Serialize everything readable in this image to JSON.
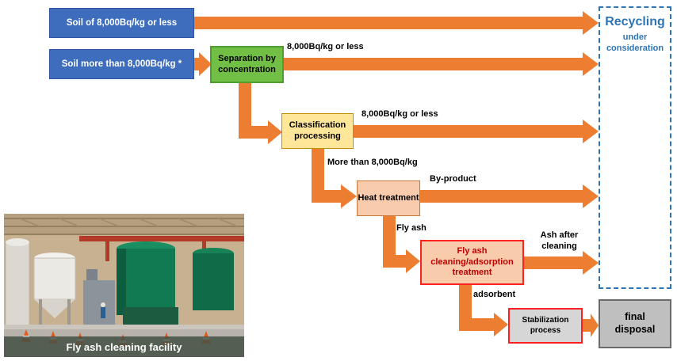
{
  "nodes": {
    "soil_low": "Soil of 8,000Bq/kg or less",
    "soil_high": "Soil more than 8,000Bq/kg *",
    "separation": "Separation by concentration",
    "classification": "Classification processing",
    "heat": "Heat treatment",
    "flyash": "Fly ash cleaning/adsorption treatment",
    "stabilization": "Stabilization process",
    "recycling_title": "Recycling",
    "recycling_sub1": "under",
    "recycling_sub2": "consideration",
    "final_disposal": "final disposal"
  },
  "labels": {
    "sep_out": "8,000Bq/kg or less",
    "class_out": "8,000Bq/kg or less",
    "class_down": "More than 8,000Bq/kg",
    "heat_out": "By-product",
    "heat_down": "Fly ash",
    "flyash_out": "Ash after cleaning",
    "flyash_down": "adsorbent"
  },
  "photo": {
    "caption": "Fly ash cleaning facility"
  },
  "colors": {
    "arrow_orange": "#ED7D31",
    "blue_box": "#3E6DBE",
    "green_fill": "#71BF44",
    "yellow_fill": "#FFE699",
    "peach_fill": "#F8CBAD",
    "red_border": "#FF2020",
    "stab_fill": "#D6D6D6",
    "final_fill": "#BFBFBF",
    "recycle_blue": "#2E75B6"
  }
}
